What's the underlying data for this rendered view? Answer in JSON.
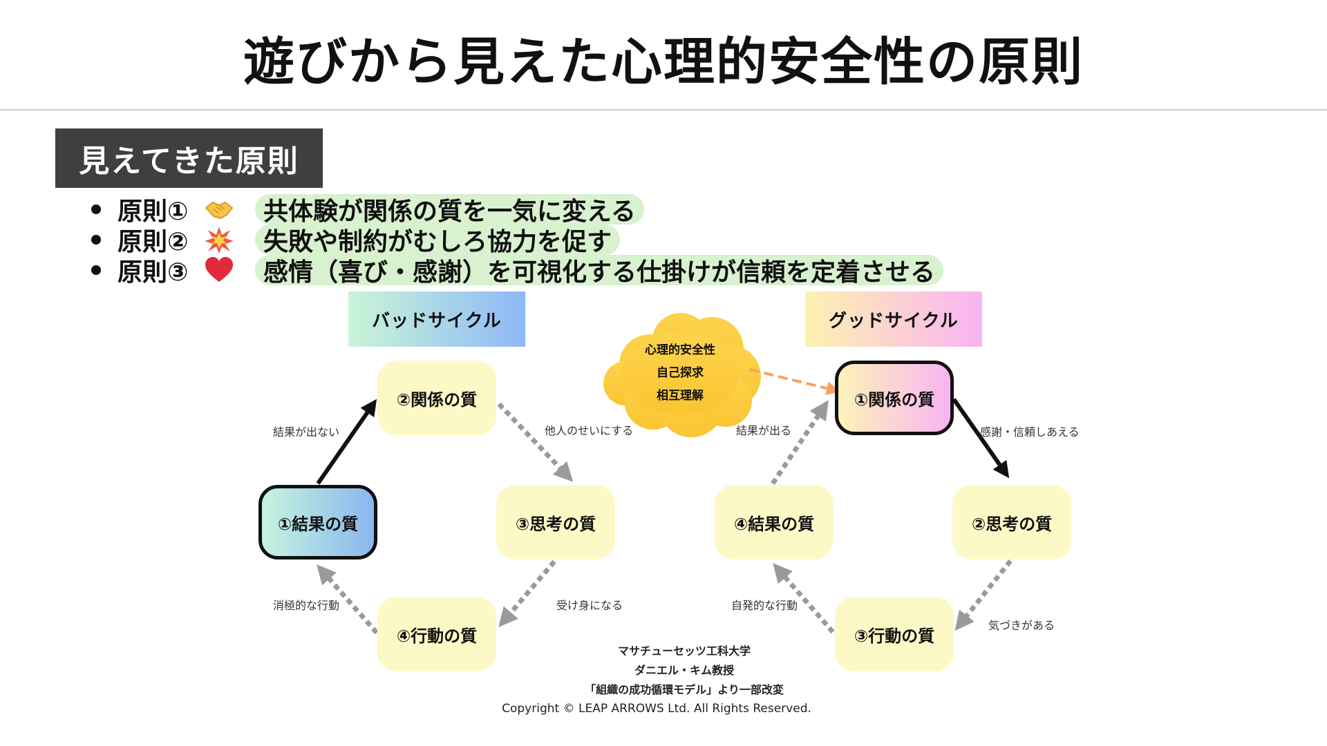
{
  "slide": {
    "title": "遊びから見えた心理的安全性の原則",
    "section_label": "見えてきた原則"
  },
  "principles": [
    {
      "label": "原則①",
      "emoji": "handshake-icon",
      "text": "共体験が関係の質を一気に変える"
    },
    {
      "label": "原則②",
      "emoji": "collision-icon",
      "text": "失敗や制約がむしろ協力を促す"
    },
    {
      "label": "原則③",
      "emoji": "heart-icon",
      "text": "感情（喜び・感謝）を可視化する仕掛けが信頼を定着させる"
    }
  ],
  "bad_cycle": {
    "title": "バッドサイクル",
    "nodes": {
      "result": "①結果の質",
      "relation": "②関係の質",
      "thinking": "③思考の質",
      "action": "④行動の質"
    },
    "edges": {
      "result_to_relation": "結果が出ない",
      "relation_to_thinking": "他人のせいにする",
      "thinking_to_action": "受け身になる",
      "action_to_result": "消極的な行動"
    }
  },
  "good_cycle": {
    "title": "グッドサイクル",
    "nodes": {
      "relation": "①関係の質",
      "thinking": "②思考の質",
      "action": "③行動の質",
      "result": "④結果の質"
    },
    "edges": {
      "relation_to_thinking": "感謝・信頼しあえる",
      "thinking_to_action": "気づきがある",
      "action_to_result": "自発的な行動",
      "result_to_relation": "結果が出る"
    }
  },
  "cloud": {
    "lines": [
      "心理的安全性",
      "自己探求",
      "相互理解"
    ]
  },
  "credits": {
    "line1": "マサチューセッツ工科大学",
    "line2": "ダニエル・キム教授",
    "line3": "「組織の成功循環モデル」より一部改変",
    "copyright": "Copyright © LEAP  ARROWS Ltd. All Rights Reserved."
  },
  "colors": {
    "node_fill": "#fdf9c6",
    "highlight": "#d8f1cf",
    "cloud": "#fcd34d",
    "dashed_arrow": "#9a9a9a",
    "orange_arrow": "#f4a460"
  }
}
